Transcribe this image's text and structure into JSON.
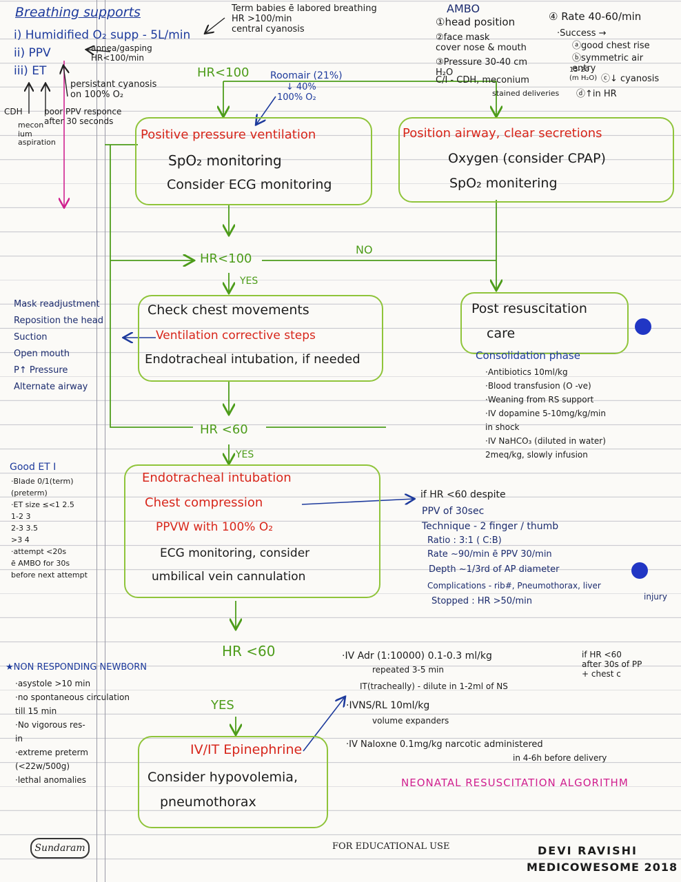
{
  "title": "NEONATAL RESUSCITATION ALGORITHM",
  "footer": {
    "logo": "Sundaram",
    "center": "FOR EDUCATIONAL USE",
    "author": "DEVI RAVISHI",
    "site": "MEDICOWESOME 2018"
  },
  "breathing": {
    "heading": "Breathing supports",
    "item1": "i) Humidified O₂ supp - 5L/min",
    "item2": "ii) PPV",
    "item3": "iii) ET",
    "ppv_notes": "apnea/gasping\nHR<100/min",
    "term_notes": "Term babies ē labored breathing\nHR >100/min\ncentral cyanosis",
    "et_note": "persistant cyanosis\non 100% O₂",
    "cdh": "CDH",
    "meconium": "mecon\nium\naspiration",
    "poor_ppv": "poor PPV responce\nafter 30 seconds"
  },
  "ambo": {
    "heading": "AMBO",
    "s1": "①head position",
    "s2": "②face mask\ncover nose & mouth",
    "s3": "③Pressure 30-40 cm\n                H₂O",
    "s4": "④ Rate 40-60/min",
    "success": "·Success →",
    "sa": "ⓐgood chest rise",
    "sb": "ⓑsymmetric air\n     entry",
    "pressure2": "15-20\n(m H₂O)",
    "sc": "ⓒ↓ cyanosis",
    "sd": "ⓓ↑in HR",
    "ci": "C/I - CDH, meconium",
    "ci2": "stained deliveries"
  },
  "hr1": "HR<100",
  "roomair": "Roomair (21%)",
  "roomair2": "↓ 40%\n100% O₂",
  "box_ppv": {
    "line1": "Positive pressure ventilation",
    "line2": "SpO₂ monitoring",
    "line3": "Consider ECG monitoring"
  },
  "box_airway": {
    "line1": "Position airway, clear secretions",
    "line2": "Oxygen (consider CPAP)",
    "line3": "SpO₂ monitering"
  },
  "hr2": "HR<100",
  "no": "NO",
  "yes1": "YES",
  "mask": "Mask readjustment\nReposition the head\nSuction\nOpen mouth\nP↑ Pressure\nAlternate airway",
  "box_chest": {
    "line1": "Check chest movements",
    "line2": "Ventilation corrective steps",
    "line3": "Endotracheal intubation, if needed"
  },
  "box_post": {
    "line1": "Post resuscitation",
    "line2": "care"
  },
  "consolidation": {
    "heading": "Consolidation phase",
    "items": "·Antibiotics            10ml/kg\n·Blood transfusion (O -ve)\n·Weaning from RS support\n·IV dopamine 5-10mg/kg/min\n     in shock\n·IV NaHCO₃ (diluted in water)\n   2meq/kg, slowly infusion"
  },
  "hr3": "HR <60",
  "yes2": "YES",
  "good_et": {
    "heading": "Good ET I",
    "items": "·Blade 0/1(term)\n        (preterm)\n·ET size ≤<1  2.5\n          1-2  3\n          2-3  3.5\n           >3  4\n·attempt <20s\n ē AMBO for 30s\n before next attempt"
  },
  "box_ett": {
    "line1": "Endotracheal intubation",
    "line2": "Chest compression",
    "line3": "PPVW with 100% O₂",
    "line4": "ECG monitoring, consider",
    "line5": "umbilical vein cannulation"
  },
  "compression": {
    "line1": "if HR <60 despite",
    "line2": "PPV of 30sec",
    "line3": "Technique - 2 finger / thumb",
    "line4": "Ratio : 3:1 ( C:B)",
    "line5": "Rate ~90/min    ē PPV 30/min",
    "line6": "Depth ~1/3rd of AP diameter",
    "line7": "Complications - rib#, Pneumothorax, liver",
    "line7b": "injury",
    "line8": "Stopped : HR >50/min"
  },
  "hr4": "HR <60",
  "yes3": "YES",
  "nonresp": {
    "heading": "★NON RESPONDING NEWBORN",
    "items": "·asystole >10 min\n·no spontaneous circulation\n   till 15 min\n·No vigorous res-\n  in\n·extreme preterm\n  (<22w/500g)\n·lethal anomalies"
  },
  "drugs": {
    "adr": "·IV Adr (1:10000)  0.1-0.3 ml/kg",
    "adr_cond": "if HR <60\nafter 30s of PP\n+ chest c",
    "repeated": "repeated 3-5 min",
    "it": "IT(tracheally) - dilute in 1-2ml of NS",
    "ivns": "·IVNS/RL  10ml/kg",
    "volume": "volume expanders",
    "naloxone": "·IV Naloxne  0.1mg/kg   narcotic administered",
    "naloxone2": "in 4-6h   before delivery"
  },
  "box_epi": {
    "line1": "IV/IT Epinephrine",
    "line2": "Consider hypovolemia,",
    "line3": "pneumothorax"
  }
}
